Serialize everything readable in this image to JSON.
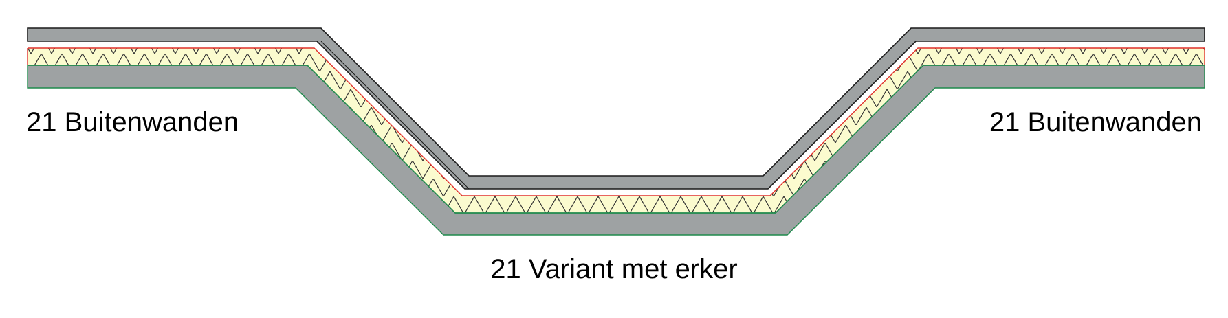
{
  "labels": {
    "left": "21 Buitenwanden",
    "right": "21 Buitenwanden",
    "bottom": "21 Variant met erker"
  },
  "colors": {
    "background": "#ffffff",
    "wall_fill": "#9ea2a3",
    "outline": "#1a1a1a",
    "insulation_fill": "#fbfbcf",
    "insulation_zigzag": "#333333",
    "membrane_red": "#e0302a",
    "edge_green": "#1f8a4c"
  },
  "layers": [
    {
      "name": "outer-leaf",
      "material": "masonry"
    },
    {
      "name": "membrane",
      "material": "vapour-barrier"
    },
    {
      "name": "insulation",
      "material": "insulation"
    },
    {
      "name": "inner-leaf",
      "material": "masonry"
    }
  ]
}
